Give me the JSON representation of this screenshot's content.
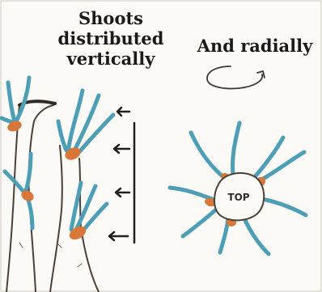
{
  "left_caption": [
    "Shoots",
    "distributed",
    "vertically"
  ],
  "right_caption": "And radially",
  "top_label": "TOP",
  "colors": {
    "shoot": "#4e9fb5",
    "bud": "#d9773a",
    "outline": "#4a4038",
    "paper": "#fbfaf6"
  }
}
